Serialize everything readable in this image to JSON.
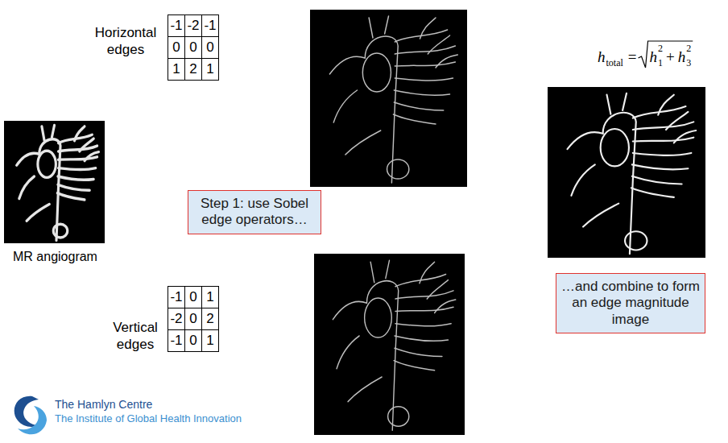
{
  "diagram": {
    "nodes": [
      {
        "text": [
          "Step 1: use Sobel edge operators…"
        ]
      },
      {
        "text": [
          "…and combine to form an edge magnitude image"
        ]
      }
    ],
    "labels": [
      "Horizontal edges",
      "-1",
      "-2",
      "-1",
      "0",
      "0",
      "0",
      "1",
      "2",
      "1",
      "MR angiogram",
      "Vertical edges",
      "-1",
      "0",
      "1",
      "-2",
      "0",
      "2",
      "-1",
      "0",
      "1",
      "h",
      "total",
      "=",
      "h",
      "1",
      "2",
      "+",
      "h",
      "3",
      "2",
      "The Hamlyn Centre",
      "The Institute of Global Health Innovation"
    ]
  }
}
